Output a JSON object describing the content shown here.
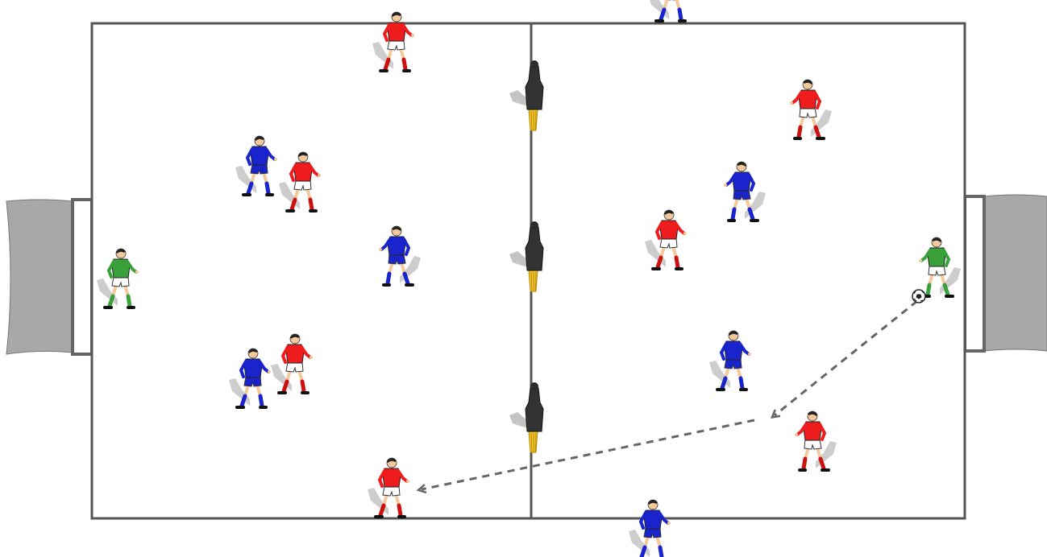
{
  "colors": {
    "background": "#ffffff",
    "pitch_line": "#555555",
    "goal_net": "#a8a8a8",
    "goal_frame": "#666666",
    "red_team_shirt": "#ee1c1c",
    "red_team_shorts": "#ffffff",
    "red_team_socks": "#cc1111",
    "blue_team_shirt": "#1a24cc",
    "blue_team_shorts": "#1a24cc",
    "goalkeeper_shirt": "#3aa03a",
    "skin": "#f3c89b",
    "shadow": "#c4c4c4",
    "mannequin_body": "#333333",
    "mannequin_base": "#f4c430",
    "pass_arrow": "#666666",
    "ball": "#ffffff"
  },
  "players": {
    "red_team": [
      {
        "id": "red-top-left"
      },
      {
        "id": "red-mid-left-upper"
      },
      {
        "id": "red-mid-left-lower"
      },
      {
        "id": "red-bottom-left"
      },
      {
        "id": "red-top-right"
      },
      {
        "id": "red-mid-right"
      },
      {
        "id": "red-bottom-right"
      }
    ],
    "blue_team": [
      {
        "id": "blue-top-offpitch"
      },
      {
        "id": "blue-left-upper"
      },
      {
        "id": "blue-left-center"
      },
      {
        "id": "blue-left-lower"
      },
      {
        "id": "blue-right-upper"
      },
      {
        "id": "blue-right-lower"
      },
      {
        "id": "blue-bottom-offpitch"
      }
    ],
    "goalkeepers": [
      {
        "id": "keeper-left"
      },
      {
        "id": "keeper-right",
        "has_ball": true
      }
    ]
  },
  "mannequins": [
    {
      "id": "mannequin-top"
    },
    {
      "id": "mannequin-middle"
    },
    {
      "id": "mannequin-bottom"
    }
  ],
  "passes": [
    {
      "id": "pass-keeper-to-right-red",
      "style": "dashed",
      "order": 1
    },
    {
      "id": "pass-right-red-to-left-red",
      "style": "dashed",
      "order": 2
    }
  ],
  "goals": [
    "left-goal",
    "right-goal"
  ]
}
